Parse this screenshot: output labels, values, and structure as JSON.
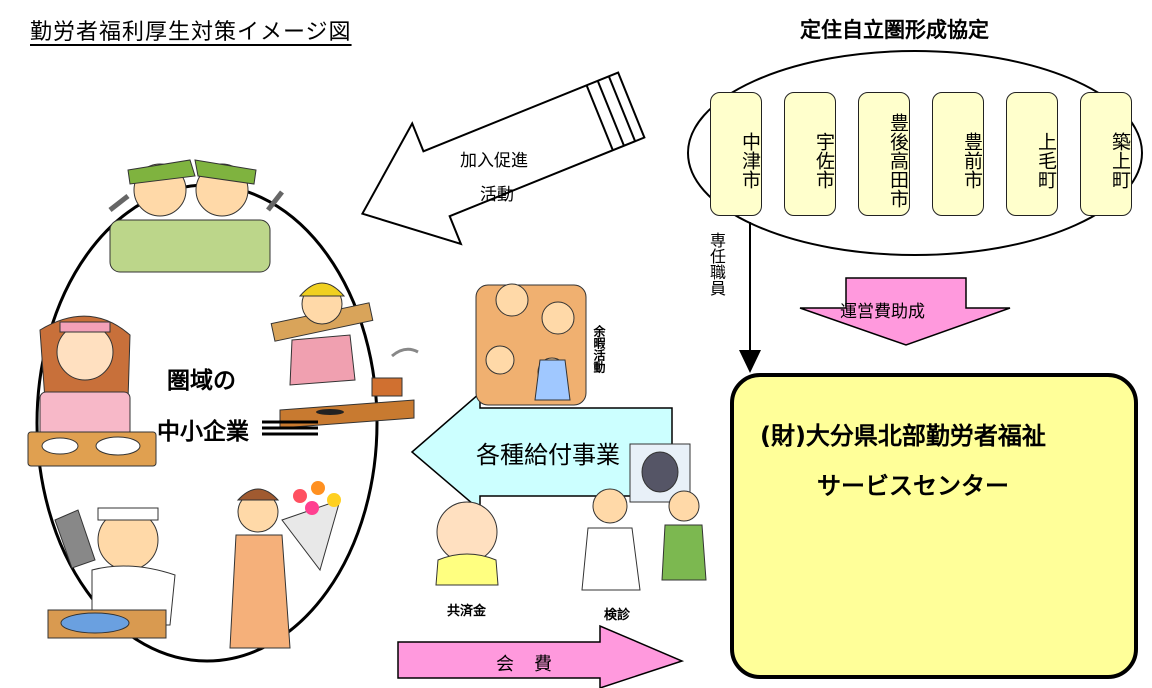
{
  "title": "勤労者福利厚生対策イメージ図",
  "agreement_title": "定住自立圏形成協定",
  "cities": [
    "中津市",
    "宇佐市",
    "豊後高田市",
    "豊前市",
    "上毛町",
    "築上町"
  ],
  "staff_label": "専任職員",
  "promotion_label_line1": "加入促進",
  "promotion_label_line2": "活動",
  "subsidy_label": "運営費助成",
  "leisure_label": "余暇活動",
  "region_line1": "圏域の",
  "region_line2": "中小企業",
  "benefits_label": "各種給付事業",
  "mutual_aid_label": "共済金",
  "checkup_label": "検診",
  "fee_label": "会　費",
  "center_line1": "(財)大分県北部勤労者福祉",
  "center_line2": "サービスセンター",
  "colors": {
    "city_fill": "#ffffcc",
    "center_fill": "#ffff99",
    "benefit_arrow": "#ccffff",
    "pink_arrow": "#ff99dd"
  }
}
